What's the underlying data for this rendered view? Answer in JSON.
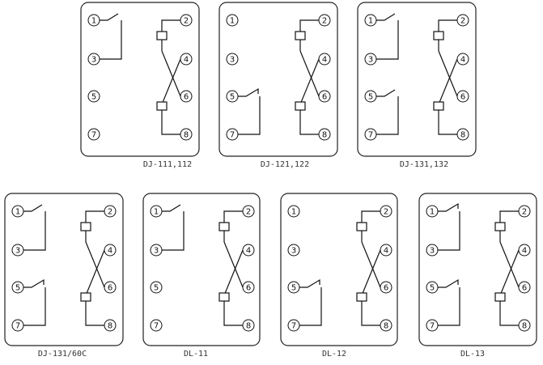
{
  "terminal_labels": [
    "1",
    "2",
    "3",
    "4",
    "5",
    "6",
    "7",
    "8"
  ],
  "diagrams": [
    {
      "caption": "DJ-111,112",
      "contacts": [
        {
          "a": "1",
          "b": "3",
          "type": "NO"
        }
      ],
      "coils": 2
    },
    {
      "caption": "DJ-121,122",
      "contacts": [
        {
          "a": "5",
          "b": "7",
          "type": "NC"
        }
      ],
      "coils": 2
    },
    {
      "caption": "DJ-131,132",
      "contacts": [
        {
          "a": "1",
          "b": "3",
          "type": "NO"
        },
        {
          "a": "5",
          "b": "7",
          "type": "NO"
        }
      ],
      "coils": 2
    },
    {
      "caption": "DJ-131/60C",
      "contacts": [
        {
          "a": "1",
          "b": "3",
          "type": "NO"
        },
        {
          "a": "5",
          "b": "7",
          "type": "NC"
        }
      ],
      "coils": 2
    },
    {
      "caption": "DL-11",
      "contacts": [
        {
          "a": "1",
          "b": "3",
          "type": "NO"
        }
      ],
      "coils": 2
    },
    {
      "caption": "DL-12",
      "contacts": [
        {
          "a": "5",
          "b": "7",
          "type": "NC"
        }
      ],
      "coils": 2
    },
    {
      "caption": "DL-13",
      "contacts": [
        {
          "a": "1",
          "b": "3",
          "type": "NC"
        },
        {
          "a": "5",
          "b": "7",
          "type": "NC"
        }
      ],
      "coils": 2
    }
  ],
  "colors": {
    "line": "#111111",
    "background": "#ffffff"
  }
}
